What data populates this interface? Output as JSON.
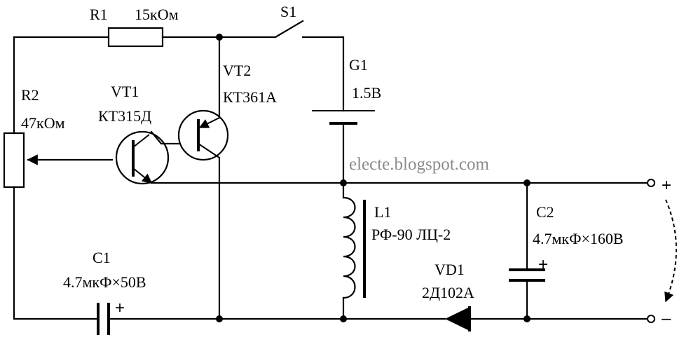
{
  "components": {
    "r1": {
      "ref": "R1",
      "value": "15кОм"
    },
    "s1": {
      "ref": "S1"
    },
    "r2": {
      "ref": "R2",
      "value": "47кОм"
    },
    "vt1": {
      "ref": "VT1",
      "part": "КТ315Д"
    },
    "vt2": {
      "ref": "VT2",
      "part": "КТ361А"
    },
    "g1": {
      "ref": "G1",
      "value": "1.5В"
    },
    "l1": {
      "ref": "L1",
      "value": "РФ-90 ЛЦ-2"
    },
    "c1": {
      "ref": "C1",
      "value": "4.7мкФ×50В",
      "polarity": "+"
    },
    "c2": {
      "ref": "C2",
      "value": "4.7мкФ×160В",
      "polarity": "+"
    },
    "vd1": {
      "ref": "VD1",
      "part": "2Д102А"
    }
  },
  "terminals": {
    "plus": "+",
    "minus": "–"
  },
  "watermark": "electe.blogspot.com"
}
